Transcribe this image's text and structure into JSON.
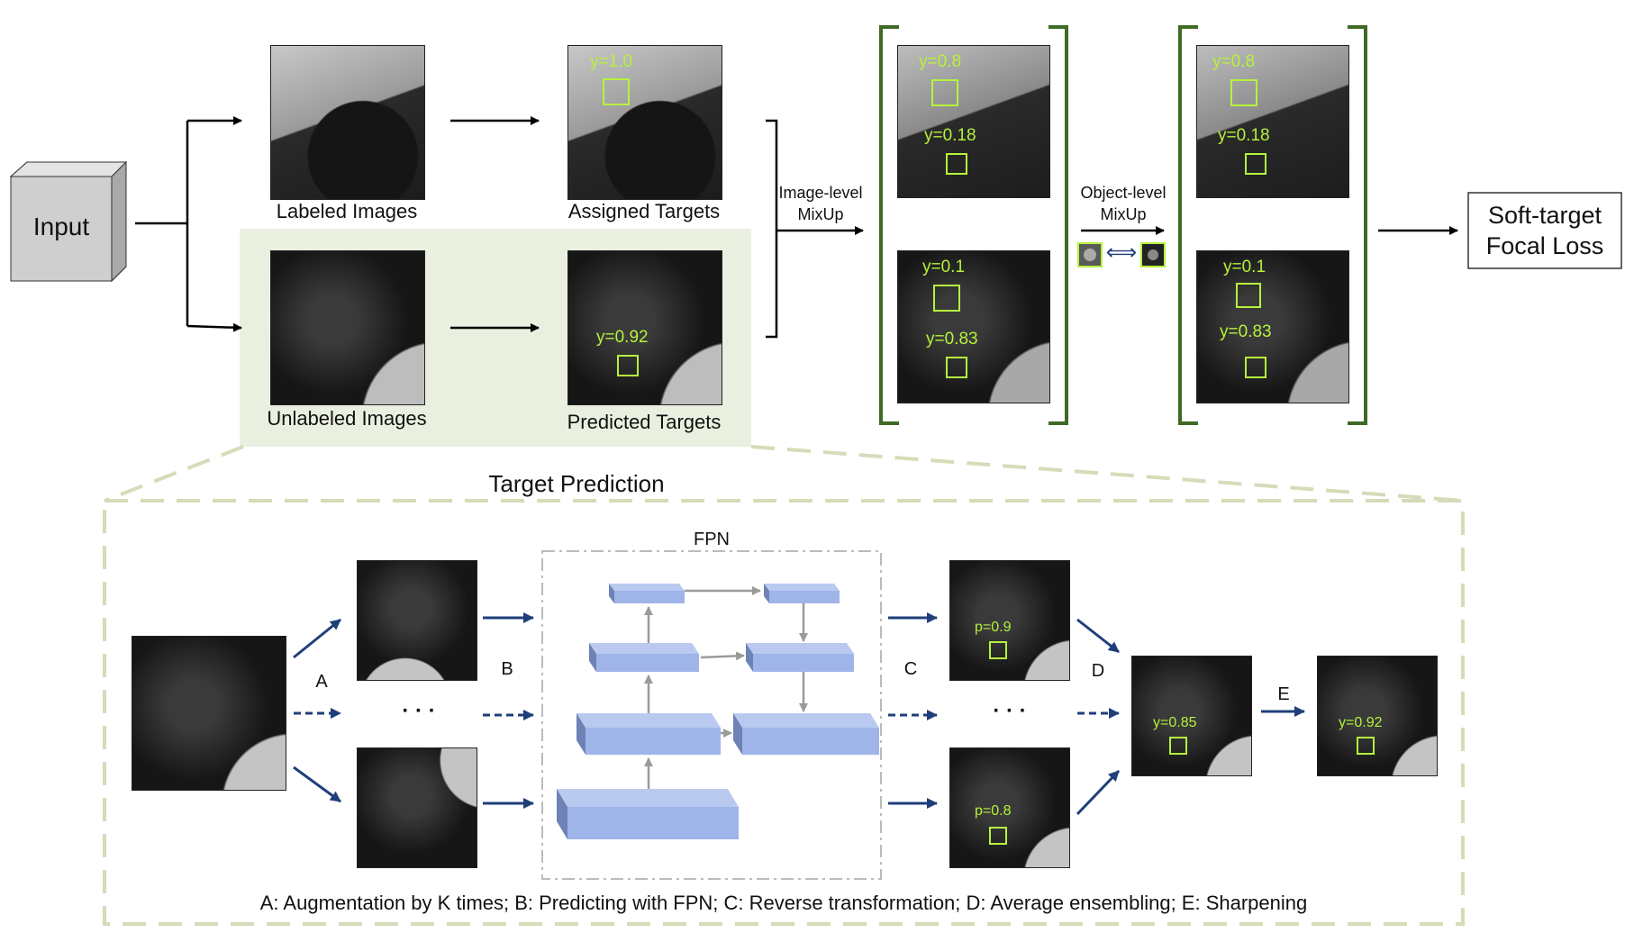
{
  "top": {
    "input_label": "Input",
    "labeled_images": "Labeled Images",
    "assigned_targets": "Assigned Targets",
    "unlabeled_images": "Unlabeled Images",
    "predicted_targets": "Predicted Targets",
    "image_level_mixup": [
      "Image-level",
      "MixUp"
    ],
    "object_level_mixup": [
      "Object-level",
      "MixUp"
    ],
    "loss": [
      "Soft-target",
      "Focal Loss"
    ],
    "assigned_y": "y=1.0",
    "predicted_y": "y=0.92",
    "mix1": {
      "a_top": "y=0.8",
      "a_bot": "y=0.18",
      "b_top": "y=0.1",
      "b_bot": "y=0.83"
    },
    "mix2": {
      "a_top": "y=0.8",
      "a_bot": "y=0.18",
      "b_top": "y=0.1",
      "b_bot": "y=0.83"
    },
    "swap_symbol": "⟺"
  },
  "bottom": {
    "title": "Target Prediction",
    "fpn_label": "FPN",
    "steps": {
      "a": "A",
      "b": "B",
      "c": "C",
      "d": "D",
      "e": "E"
    },
    "ellipsis": "· · ·",
    "p_top": "p=0.9",
    "p_bot": "p=0.8",
    "avg_y": "y=0.85",
    "final_y": "y=0.92",
    "caption": "A: Augmentation by K times; B: Predicting with FPN; C: Reverse transformation; D: Average ensembling; E: Sharpening"
  },
  "colors": {
    "green_bracket": "#3f6a25",
    "highlight_bg": "#eaf0df",
    "dashed": "#d4dcb8",
    "arrow_blue": "#1f3f7a",
    "fpn_block": "#9fb4e8",
    "label_green": "#b6f23c"
  }
}
